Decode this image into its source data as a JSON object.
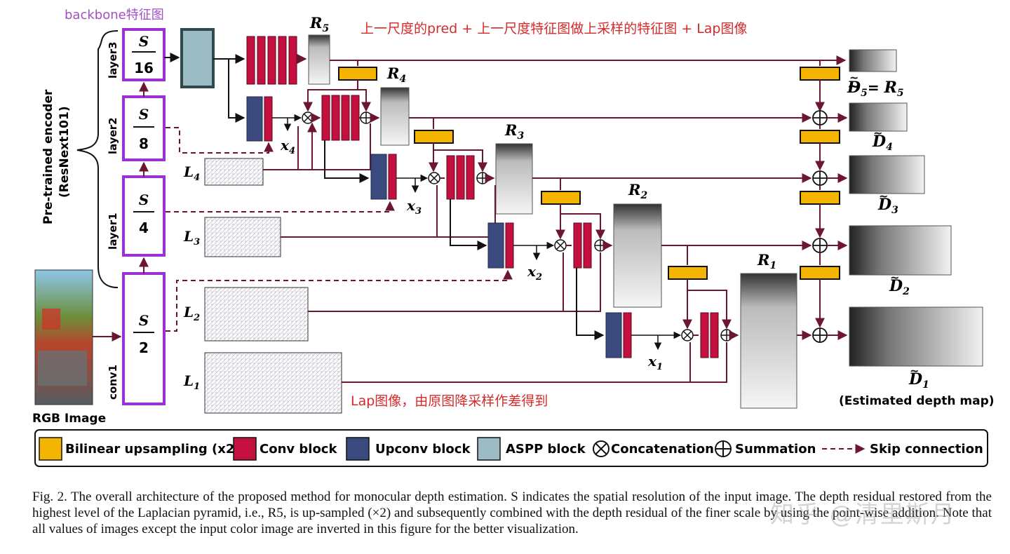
{
  "annotations": {
    "backbone": "backbone特征图",
    "top_note": "上一尺度的pred + 上一尺度特征图做上采样的特征图 + Lap图像",
    "lap_note": "Lap图像，由原图降采样作差得到"
  },
  "encoder": {
    "label_line1": "Pre-trained encoder",
    "label_line2": "(ResNext101)",
    "stages": [
      {
        "name": "layer3",
        "num": "S",
        "den": "16"
      },
      {
        "name": "layer2",
        "num": "S",
        "den": "8"
      },
      {
        "name": "layer1",
        "num": "S",
        "den": "4"
      },
      {
        "name": "conv1",
        "num": "S",
        "den": "2"
      }
    ],
    "rgb_label": "RGB Image"
  },
  "laplacian": {
    "L4": {
      "sym": "L",
      "sub": "4"
    },
    "L3": {
      "sym": "L",
      "sub": "3"
    },
    "L2": {
      "sym": "L",
      "sub": "2"
    },
    "L1": {
      "sym": "L",
      "sub": "1"
    }
  },
  "residuals": {
    "R5": {
      "sym": "R",
      "sub": "5"
    },
    "R4": {
      "sym": "R",
      "sub": "4"
    },
    "R3": {
      "sym": "R",
      "sub": "3"
    },
    "R2": {
      "sym": "R",
      "sub": "2"
    },
    "R1": {
      "sym": "R",
      "sub": "1"
    }
  },
  "features": {
    "x4": {
      "sym": "x",
      "sub": "4"
    },
    "x3": {
      "sym": "x",
      "sub": "3"
    },
    "x2": {
      "sym": "x",
      "sub": "2"
    },
    "x1": {
      "sym": "x",
      "sub": "1"
    }
  },
  "outputs": {
    "D5": {
      "sym": "D",
      "sub": "5",
      "eq": "= ",
      "rsym": "R",
      "rsub": "5"
    },
    "D4": {
      "sym": "D",
      "sub": "4"
    },
    "D3": {
      "sym": "D",
      "sub": "3"
    },
    "D2": {
      "sym": "D",
      "sub": "2"
    },
    "D1": {
      "sym": "D",
      "sub": "1",
      "note": "(Estimated depth map)"
    }
  },
  "legend": {
    "upsampling": "Bilinear upsampling (x2)",
    "conv": "Conv block",
    "upconv": "Upconv block",
    "aspp": "ASPP block",
    "concat": "Concatenation",
    "sum": "Summation",
    "skip": "Skip connection"
  },
  "colors": {
    "encoder_border": "#9b30d9",
    "arrow": "#6d1630",
    "upsampling": "#f5b400",
    "conv": "#c4103f",
    "upconv": "#3a4a7e",
    "aspp": "#9bbcc4",
    "annotation_red": "#d42a2a",
    "annotation_purple": "#a24fc2"
  },
  "caption": "Fig. 2.  The overall architecture of the proposed method for monocular depth estimation. S indicates the spatial resolution of the input image. The depth residual restored from the highest level of the Laplacian pyramid, i.e., R5, is up-sampled (×2) and subsequently combined with the depth residual of the finer scale by using the point-wise addition. Note that all values of images except the input color image are inverted in this figure for the better visualization.",
  "watermark": "知乎 @清里斯月"
}
